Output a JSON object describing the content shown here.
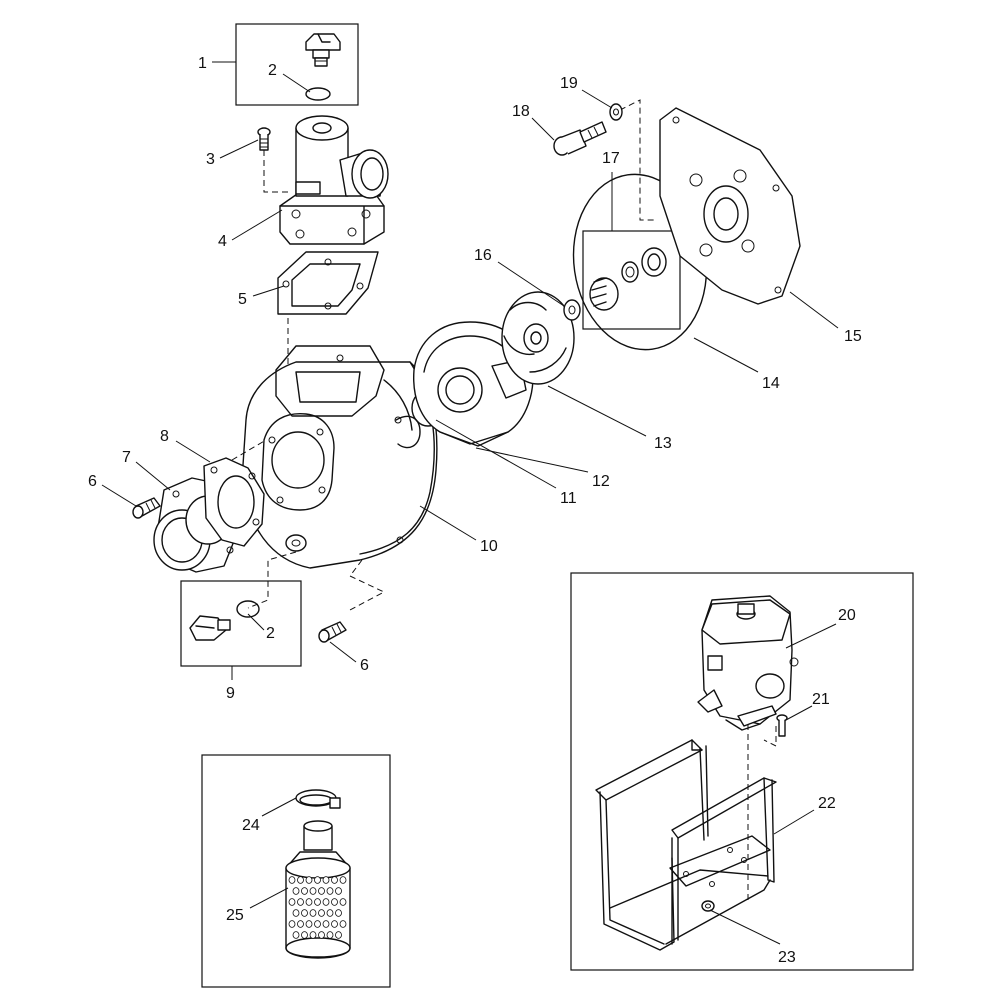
{
  "labels": {
    "p1": "1",
    "p2a": "2",
    "p2b": "2",
    "p3": "3",
    "p4": "4",
    "p5": "5",
    "p6a": "6",
    "p6b": "6",
    "p7": "7",
    "p8": "8",
    "p9": "9",
    "p10": "10",
    "p11": "11",
    "p12": "12",
    "p13": "13",
    "p14": "14",
    "p15": "15",
    "p16": "16",
    "p17": "17",
    "p18": "18",
    "p19": "19",
    "p20": "20",
    "p21": "21",
    "p22": "22",
    "p23": "23",
    "p24": "24",
    "p25": "25"
  },
  "colors": {
    "line": "#111111",
    "background": "#ffffff"
  }
}
